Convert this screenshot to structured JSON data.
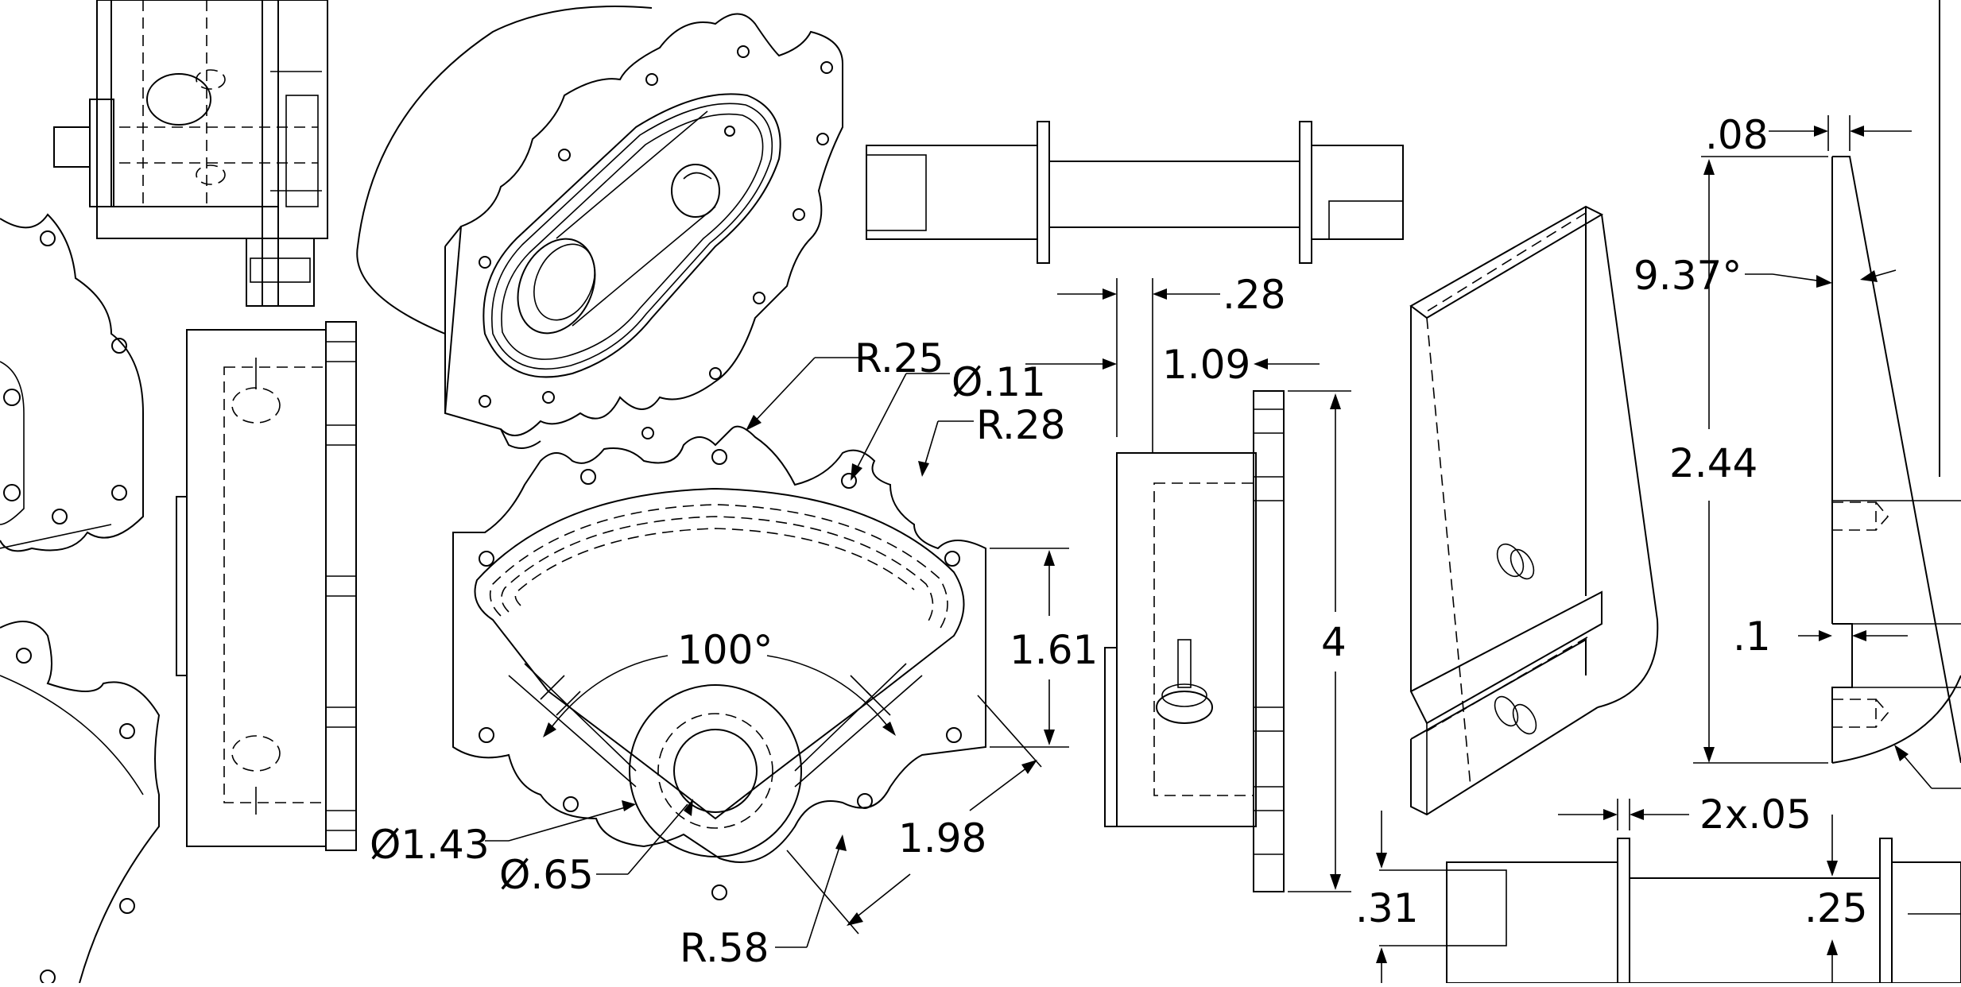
{
  "dimensions": {
    "d_08": ".08",
    "d_028": ".28",
    "d_109": "1.09",
    "d_r25": "R.25",
    "d_o11": "Ø.11",
    "d_r28": "R.28",
    "d_angle937": "9.37°",
    "d_244": "2.44",
    "d_4": "4",
    "d_161": "1.61",
    "d_100deg": "100°",
    "d_01": ".1",
    "d_o143": "Ø1.43",
    "d_o65": "Ø.65",
    "d_198": "1.98",
    "d_r58": "R.58",
    "d_2x05": "2x.05",
    "d_031": ".31",
    "d_025": ".25"
  },
  "colors": {
    "line": "#000000",
    "background": "#ffffff"
  }
}
